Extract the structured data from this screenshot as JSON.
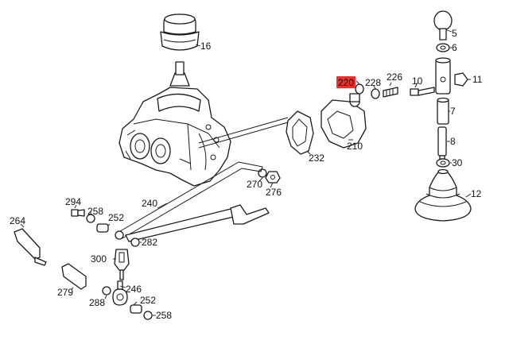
{
  "diagram": {
    "highlight_color": "#e8302c",
    "line_color": "#1a1a1a",
    "background": "#ffffff",
    "callouts": [
      {
        "id": "5",
        "label": "5"
      },
      {
        "id": "6",
        "label": "6"
      },
      {
        "id": "7",
        "label": "7"
      },
      {
        "id": "8",
        "label": "8"
      },
      {
        "id": "10",
        "label": "10"
      },
      {
        "id": "11",
        "label": "11"
      },
      {
        "id": "12",
        "label": "12"
      },
      {
        "id": "16",
        "label": "16"
      },
      {
        "id": "30",
        "label": "30"
      },
      {
        "id": "210",
        "label": "210"
      },
      {
        "id": "220",
        "label": "220",
        "highlighted": true
      },
      {
        "id": "226",
        "label": "226"
      },
      {
        "id": "228",
        "label": "228"
      },
      {
        "id": "232",
        "label": "232"
      },
      {
        "id": "240",
        "label": "240"
      },
      {
        "id": "246",
        "label": "246"
      },
      {
        "id": "252a",
        "label": "252"
      },
      {
        "id": "252b",
        "label": "252"
      },
      {
        "id": "258a",
        "label": "258"
      },
      {
        "id": "258b",
        "label": "258"
      },
      {
        "id": "264",
        "label": "264"
      },
      {
        "id": "270",
        "label": "270"
      },
      {
        "id": "276",
        "label": "276"
      },
      {
        "id": "279",
        "label": "279"
      },
      {
        "id": "282",
        "label": "282"
      },
      {
        "id": "288",
        "label": "288"
      },
      {
        "id": "294",
        "label": "294"
      },
      {
        "id": "300",
        "label": "300"
      }
    ]
  }
}
